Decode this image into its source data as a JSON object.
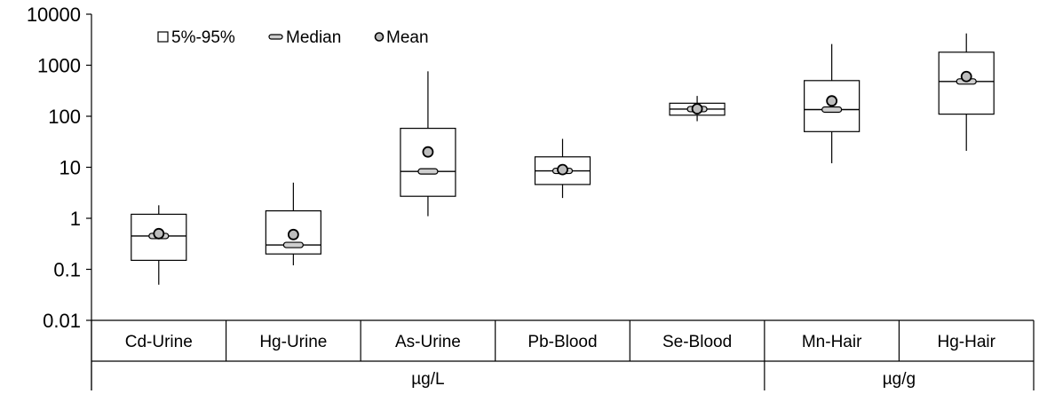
{
  "chart_data": {
    "type": "box",
    "y_scale": "log",
    "ylim": [
      0.01,
      10000
    ],
    "y_ticks": [
      "0.01",
      "0.1",
      "1",
      "10",
      "100",
      "1000",
      "10000"
    ],
    "legend": {
      "placement": "top-left",
      "entries": [
        {
          "label": "5%-95%",
          "marker": "box"
        },
        {
          "label": "Median",
          "marker": "median"
        },
        {
          "label": "Mean",
          "marker": "mean"
        }
      ]
    },
    "categories": [
      "Cd-Urine",
      "Hg-Urine",
      "As-Urine",
      "Pb-Blood",
      "Se-Blood",
      "Mn-Hair",
      "Hg-Hair"
    ],
    "groups": [
      {
        "label": "µg/L",
        "categories": [
          "Cd-Urine",
          "Hg-Urine",
          "As-Urine",
          "Pb-Blood",
          "Se-Blood"
        ]
      },
      {
        "label": "µg/g",
        "categories": [
          "Mn-Hair",
          "Hg-Hair"
        ]
      }
    ],
    "boxes": [
      {
        "category": "Cd-Urine",
        "min": 0.05,
        "q_low": 0.15,
        "median": 0.45,
        "q_high": 1.2,
        "max": 1.8,
        "mean": 0.5
      },
      {
        "category": "Hg-Urine",
        "min": 0.12,
        "q_low": 0.2,
        "median": 0.3,
        "q_high": 1.4,
        "max": 5,
        "mean": 0.48
      },
      {
        "category": "As-Urine",
        "min": 1.1,
        "q_low": 2.7,
        "median": 8.3,
        "q_high": 58,
        "max": 760,
        "mean": 20
      },
      {
        "category": "Pb-Blood",
        "min": 2.5,
        "q_low": 4.6,
        "median": 8.5,
        "q_high": 16,
        "max": 36,
        "mean": 9
      },
      {
        "category": "Se-Blood",
        "min": 80,
        "q_low": 105,
        "median": 138,
        "q_high": 180,
        "max": 250,
        "mean": 140
      },
      {
        "category": "Mn-Hair",
        "min": 12,
        "q_low": 50,
        "median": 135,
        "q_high": 500,
        "max": 2600,
        "mean": 200
      },
      {
        "category": "Hg-Hair",
        "min": 21,
        "q_low": 110,
        "median": 480,
        "q_high": 1800,
        "max": 4200,
        "mean": 600
      }
    ],
    "grid": false
  }
}
